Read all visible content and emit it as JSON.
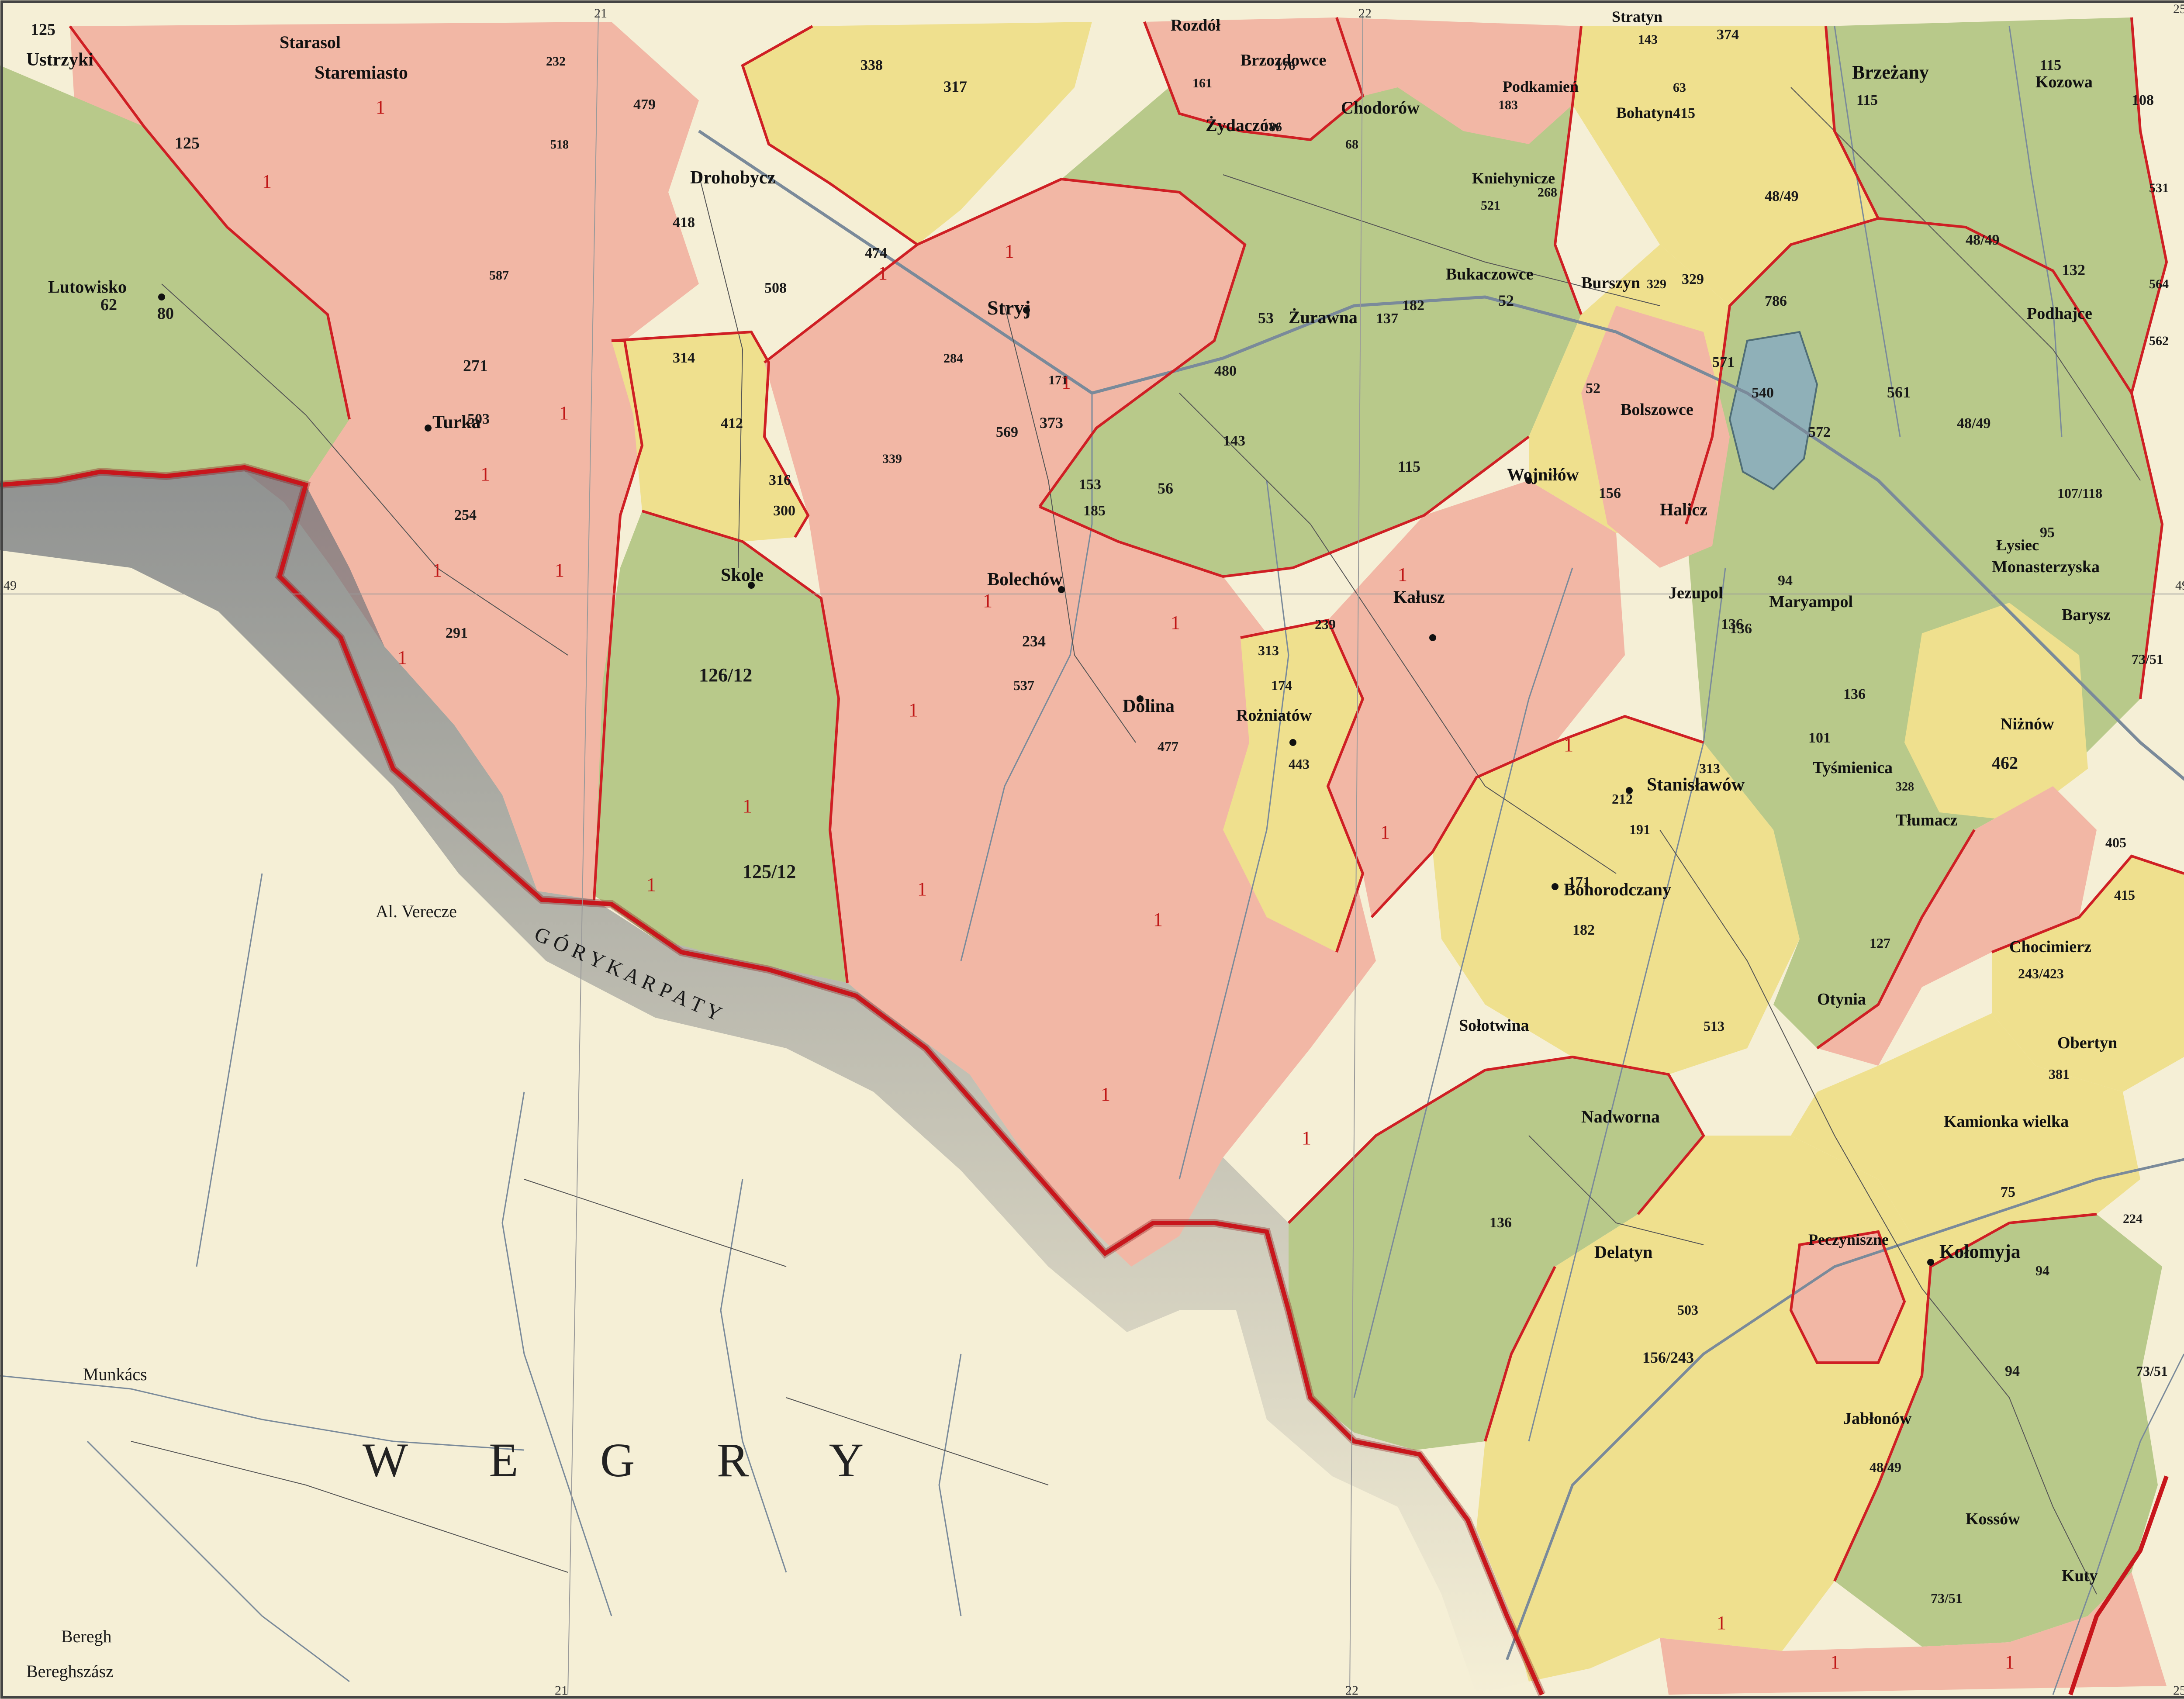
{
  "colors": {
    "paper": "#f5efd6",
    "pink_zone": "#f2b7a5",
    "green_zone": "#b8c98a",
    "yellow_zone": "#efe08e",
    "lake": "#8fb0b8",
    "border_red": "#c8161c",
    "district_red": "#cf1f24",
    "river": "#7a8a9a",
    "road": "#555555",
    "mountain_shade": "#8a8f96"
  },
  "map": {
    "region_label": "W E G R Y",
    "mountain_label": "G Ó R Y   K A R P A T Y",
    "foreign_towns": [
      {
        "id": "munkacs",
        "label": "Munkács"
      },
      {
        "id": "beregh",
        "label": "Beregh"
      },
      {
        "id": "bereghszasz",
        "label": "Bereghszász"
      },
      {
        "id": "al-verecze",
        "label": "Al. Verecze"
      }
    ],
    "towns": [
      {
        "id": "ustrzyki",
        "label": "Ustrzyki"
      },
      {
        "id": "staremiasto",
        "label": "Staremiasto"
      },
      {
        "id": "starasol",
        "label": "Starasol"
      },
      {
        "id": "lutowisko",
        "label": "Lutowisko"
      },
      {
        "id": "turka",
        "label": "Turka"
      },
      {
        "id": "drohobycz",
        "label": "Drohobycz"
      },
      {
        "id": "stryj",
        "label": "Stryj"
      },
      {
        "id": "skole",
        "label": "Skole"
      },
      {
        "id": "bolechow",
        "label": "Bolechów"
      },
      {
        "id": "dolina",
        "label": "Dolina"
      },
      {
        "id": "rozniatow",
        "label": "Rożniatów"
      },
      {
        "id": "kalusz",
        "label": "Kałusz"
      },
      {
        "id": "wojnilow",
        "label": "Wojniłów"
      },
      {
        "id": "zurawna",
        "label": "Żurawna"
      },
      {
        "id": "rozdol",
        "label": "Rozdół"
      },
      {
        "id": "zydaczow",
        "label": "Żydaczów"
      },
      {
        "id": "chodorow",
        "label": "Chodorów"
      },
      {
        "id": "brzozdowce",
        "label": "Brzozdowce"
      },
      {
        "id": "bukaczowce",
        "label": "Bukaczowce"
      },
      {
        "id": "burszyn",
        "label": "Burszyn"
      },
      {
        "id": "bolszowce",
        "label": "Bolszowce"
      },
      {
        "id": "halicz",
        "label": "Halicz"
      },
      {
        "id": "jezupol",
        "label": "Jezupol"
      },
      {
        "id": "maryampol",
        "label": "Maryampol"
      },
      {
        "id": "stanislawow",
        "label": "Stanisławów"
      },
      {
        "id": "bohorodczany",
        "label": "Bohorodczany"
      },
      {
        "id": "solotwina",
        "label": "Sołotwina"
      },
      {
        "id": "nadworna",
        "label": "Nadworna"
      },
      {
        "id": "delatyn",
        "label": "Delatyn"
      },
      {
        "id": "peczyniszne",
        "label": "Peczyniszne"
      },
      {
        "id": "kolomya",
        "label": "Kołomyja"
      },
      {
        "id": "jablonow",
        "label": "Jabłonów"
      },
      {
        "id": "kossow",
        "label": "Kossów"
      },
      {
        "id": "kuty",
        "label": "Kuty"
      },
      {
        "id": "otynia",
        "label": "Otynia"
      },
      {
        "id": "tysmienica",
        "label": "Tyśmienica"
      },
      {
        "id": "tlumacz",
        "label": "Tłumacz"
      },
      {
        "id": "chocimierz",
        "label": "Chocimierz"
      },
      {
        "id": "obertyn",
        "label": "Obertyn"
      },
      {
        "id": "kamionka-wielka",
        "label": "Kamionka wielka"
      },
      {
        "id": "niznow",
        "label": "Niżnów"
      },
      {
        "id": "barysz",
        "label": "Barysz"
      },
      {
        "id": "monasterzyska",
        "label": "Monasterzyska"
      },
      {
        "id": "podhajce",
        "label": "Podhajce"
      },
      {
        "id": "brzezany",
        "label": "Brzeżany"
      },
      {
        "id": "kozowa",
        "label": "Kozowa"
      },
      {
        "id": "podkamien",
        "label": "Podkamień"
      },
      {
        "id": "bohatyn",
        "label": "Bohatyn"
      },
      {
        "id": "knihynicze",
        "label": "Kniehynicze"
      },
      {
        "id": "lysiec",
        "label": "Łysiec"
      },
      {
        "id": "stratyn",
        "label": "Stratyn"
      }
    ],
    "zone_numbers_black": [
      {
        "id": "n125",
        "label": "125"
      },
      {
        "id": "n125b",
        "label": "125"
      },
      {
        "id": "n62",
        "label": "62"
      },
      {
        "id": "n80",
        "label": "80"
      },
      {
        "id": "n271",
        "label": "271"
      },
      {
        "id": "n503a",
        "label": "503"
      },
      {
        "id": "n254",
        "label": "254"
      },
      {
        "id": "n291",
        "label": "291"
      },
      {
        "id": "n314",
        "label": "314"
      },
      {
        "id": "n412",
        "label": "412"
      },
      {
        "id": "n316",
        "label": "316"
      },
      {
        "id": "n300",
        "label": "300"
      },
      {
        "id": "n126-12",
        "label": "126/12"
      },
      {
        "id": "n125-12",
        "label": "125/12"
      },
      {
        "id": "n317",
        "label": "317"
      },
      {
        "id": "n338",
        "label": "338"
      },
      {
        "id": "n418",
        "label": "418"
      },
      {
        "id": "n474",
        "label": "474"
      },
      {
        "id": "n508",
        "label": "508"
      },
      {
        "id": "n373",
        "label": "373"
      },
      {
        "id": "n569",
        "label": "569"
      },
      {
        "id": "n185",
        "label": "185"
      },
      {
        "id": "n153",
        "label": "153"
      },
      {
        "id": "n56",
        "label": "56"
      },
      {
        "id": "n143",
        "label": "143"
      },
      {
        "id": "n480",
        "label": "480"
      },
      {
        "id": "n53",
        "label": "53"
      },
      {
        "id": "n137",
        "label": "137"
      },
      {
        "id": "n182",
        "label": "182"
      },
      {
        "id": "n52a",
        "label": "52"
      },
      {
        "id": "n115a",
        "label": "115"
      },
      {
        "id": "n234",
        "label": "234"
      },
      {
        "id": "n537",
        "label": "537"
      },
      {
        "id": "n477",
        "label": "477"
      },
      {
        "id": "n313a",
        "label": "313"
      },
      {
        "id": "n174",
        "label": "174"
      },
      {
        "id": "n443",
        "label": "443"
      },
      {
        "id": "n239",
        "label": "239"
      },
      {
        "id": "n136a",
        "label": "136"
      },
      {
        "id": "n156a",
        "label": "156"
      },
      {
        "id": "n52b",
        "label": "52"
      },
      {
        "id": "n571",
        "label": "571"
      },
      {
        "id": "n540",
        "label": "540"
      },
      {
        "id": "n572",
        "label": "572"
      },
      {
        "id": "n561",
        "label": "561"
      },
      {
        "id": "n48-49a",
        "label": "48/49"
      },
      {
        "id": "n48-49b",
        "label": "48/49"
      },
      {
        "id": "n48-49c",
        "label": "48/49"
      },
      {
        "id": "n132",
        "label": "132"
      },
      {
        "id": "n108",
        "label": "108"
      },
      {
        "id": "n115b",
        "label": "115"
      },
      {
        "id": "n115c",
        "label": "115"
      },
      {
        "id": "n329",
        "label": "329"
      },
      {
        "id": "n374",
        "label": "374"
      },
      {
        "id": "n415",
        "label": "415"
      },
      {
        "id": "n786",
        "label": "786"
      },
      {
        "id": "n107-118",
        "label": "107/118"
      },
      {
        "id": "n95",
        "label": "95"
      },
      {
        "id": "n94a",
        "label": "94"
      },
      {
        "id": "n136b",
        "label": "136"
      },
      {
        "id": "n136c",
        "label": "136"
      },
      {
        "id": "n101",
        "label": "101"
      },
      {
        "id": "n462",
        "label": "462"
      },
      {
        "id": "n313b",
        "label": "313"
      },
      {
        "id": "n212",
        "label": "212"
      },
      {
        "id": "n191",
        "label": "191"
      },
      {
        "id": "n171",
        "label": "171"
      },
      {
        "id": "n182b",
        "label": "182"
      },
      {
        "id": "n513",
        "label": "513"
      },
      {
        "id": "n127",
        "label": "127"
      },
      {
        "id": "n405",
        "label": "405"
      },
      {
        "id": "n415b",
        "label": "415"
      },
      {
        "id": "n243-423",
        "label": "243/423"
      },
      {
        "id": "n381",
        "label": "381"
      },
      {
        "id": "n75",
        "label": "75"
      },
      {
        "id": "n136d",
        "label": "136"
      },
      {
        "id": "n503b",
        "label": "503"
      },
      {
        "id": "n156-243",
        "label": "156/243"
      },
      {
        "id": "n94b",
        "label": "94"
      },
      {
        "id": "n94c",
        "label": "94"
      },
      {
        "id": "n48-49d",
        "label": "48/49"
      },
      {
        "id": "n73-51a",
        "label": "73/51"
      },
      {
        "id": "n73-51b",
        "label": "73/51"
      },
      {
        "id": "n73-51c",
        "label": "73/51"
      },
      {
        "id": "n562",
        "label": "562"
      },
      {
        "id": "n564",
        "label": "564"
      },
      {
        "id": "n531",
        "label": "531"
      },
      {
        "id": "n328",
        "label": "328"
      },
      {
        "id": "n161",
        "label": "161"
      },
      {
        "id": "n183",
        "label": "183"
      },
      {
        "id": "n521",
        "label": "521"
      },
      {
        "id": "n268",
        "label": "268"
      },
      {
        "id": "n68",
        "label": "68"
      },
      {
        "id": "n186",
        "label": "186"
      },
      {
        "id": "n176",
        "label": "176"
      },
      {
        "id": "n63",
        "label": "63"
      },
      {
        "id": "n143b",
        "label": "143"
      },
      {
        "id": "n329b",
        "label": "329"
      },
      {
        "id": "n479",
        "label": "479"
      },
      {
        "id": "n232",
        "label": "232"
      },
      {
        "id": "n518",
        "label": "518"
      },
      {
        "id": "n587",
        "label": "587"
      },
      {
        "id": "n284",
        "label": "284"
      },
      {
        "id": "n171b",
        "label": "171"
      },
      {
        "id": "n339",
        "label": "339"
      },
      {
        "id": "n224",
        "label": "224"
      }
    ],
    "zone_numbers_red": [
      {
        "id": "r1a",
        "label": "1"
      },
      {
        "id": "r1b",
        "label": "1"
      },
      {
        "id": "r1c",
        "label": "1"
      },
      {
        "id": "r1d",
        "label": "1"
      },
      {
        "id": "r1e",
        "label": "1"
      },
      {
        "id": "r1f",
        "label": "1"
      },
      {
        "id": "r1g",
        "label": "1"
      },
      {
        "id": "r1h",
        "label": "1"
      },
      {
        "id": "r1i",
        "label": "1"
      },
      {
        "id": "r1j",
        "label": "1"
      },
      {
        "id": "r1k",
        "label": "1"
      },
      {
        "id": "r1l",
        "label": "1"
      },
      {
        "id": "r1m",
        "label": "1"
      },
      {
        "id": "r1n",
        "label": "1"
      },
      {
        "id": "r1o",
        "label": "1"
      },
      {
        "id": "r1p",
        "label": "1"
      },
      {
        "id": "r1q",
        "label": "1"
      },
      {
        "id": "r1r",
        "label": "1"
      },
      {
        "id": "r1s",
        "label": "1"
      },
      {
        "id": "r1t",
        "label": "1"
      },
      {
        "id": "r1u",
        "label": "1"
      },
      {
        "id": "r1v",
        "label": "1"
      },
      {
        "id": "r1w",
        "label": "1"
      },
      {
        "id": "r1x",
        "label": "1"
      },
      {
        "id": "r1y",
        "label": "1"
      }
    ],
    "graticule": {
      "top_21": "21",
      "top_22": "22",
      "bottom_21": "21",
      "bottom_22": "22",
      "left_49": "49",
      "right_49": "49",
      "corner_tr": "25",
      "corner_br": "25"
    }
  }
}
